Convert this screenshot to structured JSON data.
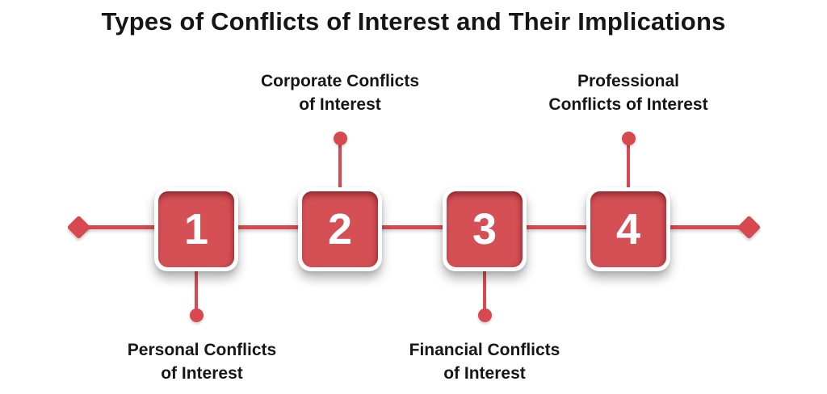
{
  "title": "Types of Conflicts of Interest and Their Implications",
  "colors": {
    "red": "#d45055",
    "red_accent": "#d8494f",
    "text": "#161616",
    "background": "#ffffff"
  },
  "timeline": {
    "items": [
      {
        "number": "1",
        "label_line1": "Personal Conflicts",
        "label_line2": "of Interest",
        "label_position": "below"
      },
      {
        "number": "2",
        "label_line1": "Corporate Conflicts",
        "label_line2": "of Interest",
        "label_position": "above"
      },
      {
        "number": "3",
        "label_line1": "Financial Conflicts",
        "label_line2": "of Interest",
        "label_position": "below"
      },
      {
        "number": "4",
        "label_line1": "Professional",
        "label_line2": "Conflicts of Interest",
        "label_position": "above"
      }
    ]
  }
}
